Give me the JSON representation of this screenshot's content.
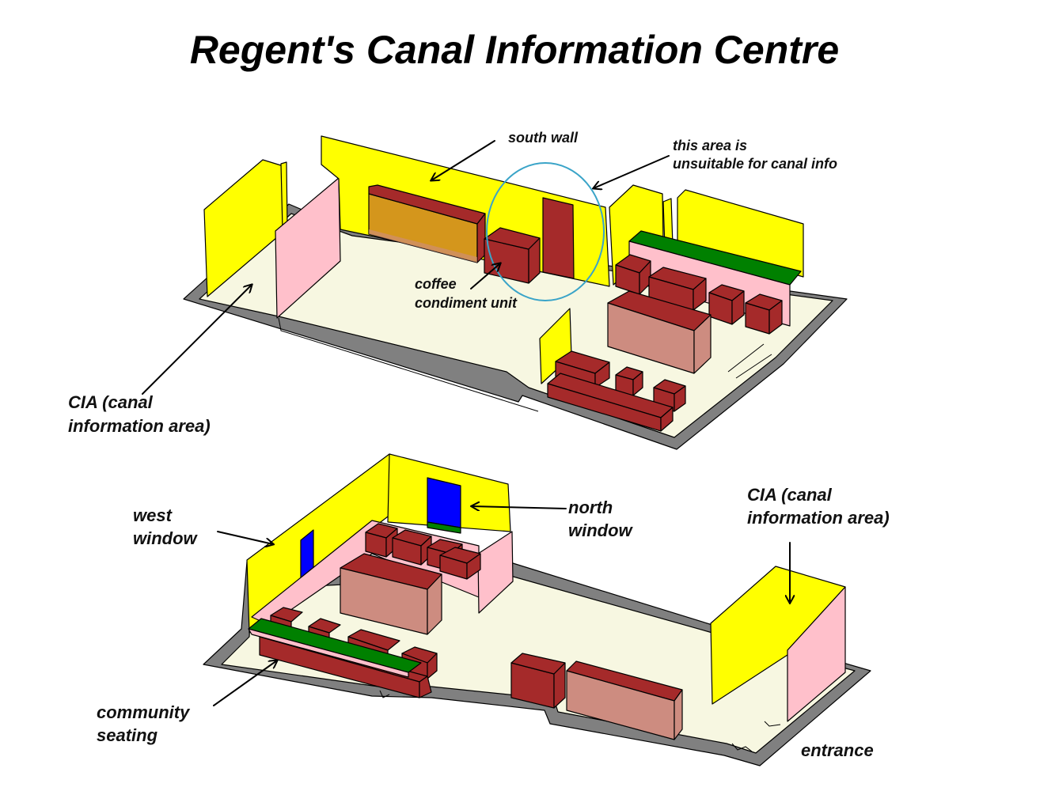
{
  "title": "Regent's Canal Information Centre",
  "colors": {
    "wall": "#ffff00",
    "screen": "#ffc0cb",
    "floor": "#f7f7e1",
    "perimeter": "#808080",
    "furniture": "#a52a2a",
    "furniture_light": "#cd8c80",
    "counter_top": "#008000",
    "window": "#0000ff",
    "orange_unit": "#d4961c",
    "highlight_ring": "#3aa4c8"
  },
  "top_view": {
    "label_south_wall": "south wall",
    "label_unsuitable_line1": "this area is",
    "label_unsuitable_line2": "unsuitable for canal info",
    "label_coffee_line1": "coffee",
    "label_coffee_line2": "condiment unit",
    "label_cia_line1": "CIA (canal",
    "label_cia_line2": "information area)"
  },
  "bottom_view": {
    "label_west_line1": "west",
    "label_west_line2": "window",
    "label_north_line1": "north",
    "label_north_line2": "window",
    "label_cia_line1": "CIA (canal",
    "label_cia_line2": "information area)",
    "label_community_line1": "community",
    "label_community_line2": "seating",
    "label_entrance": "entrance"
  }
}
